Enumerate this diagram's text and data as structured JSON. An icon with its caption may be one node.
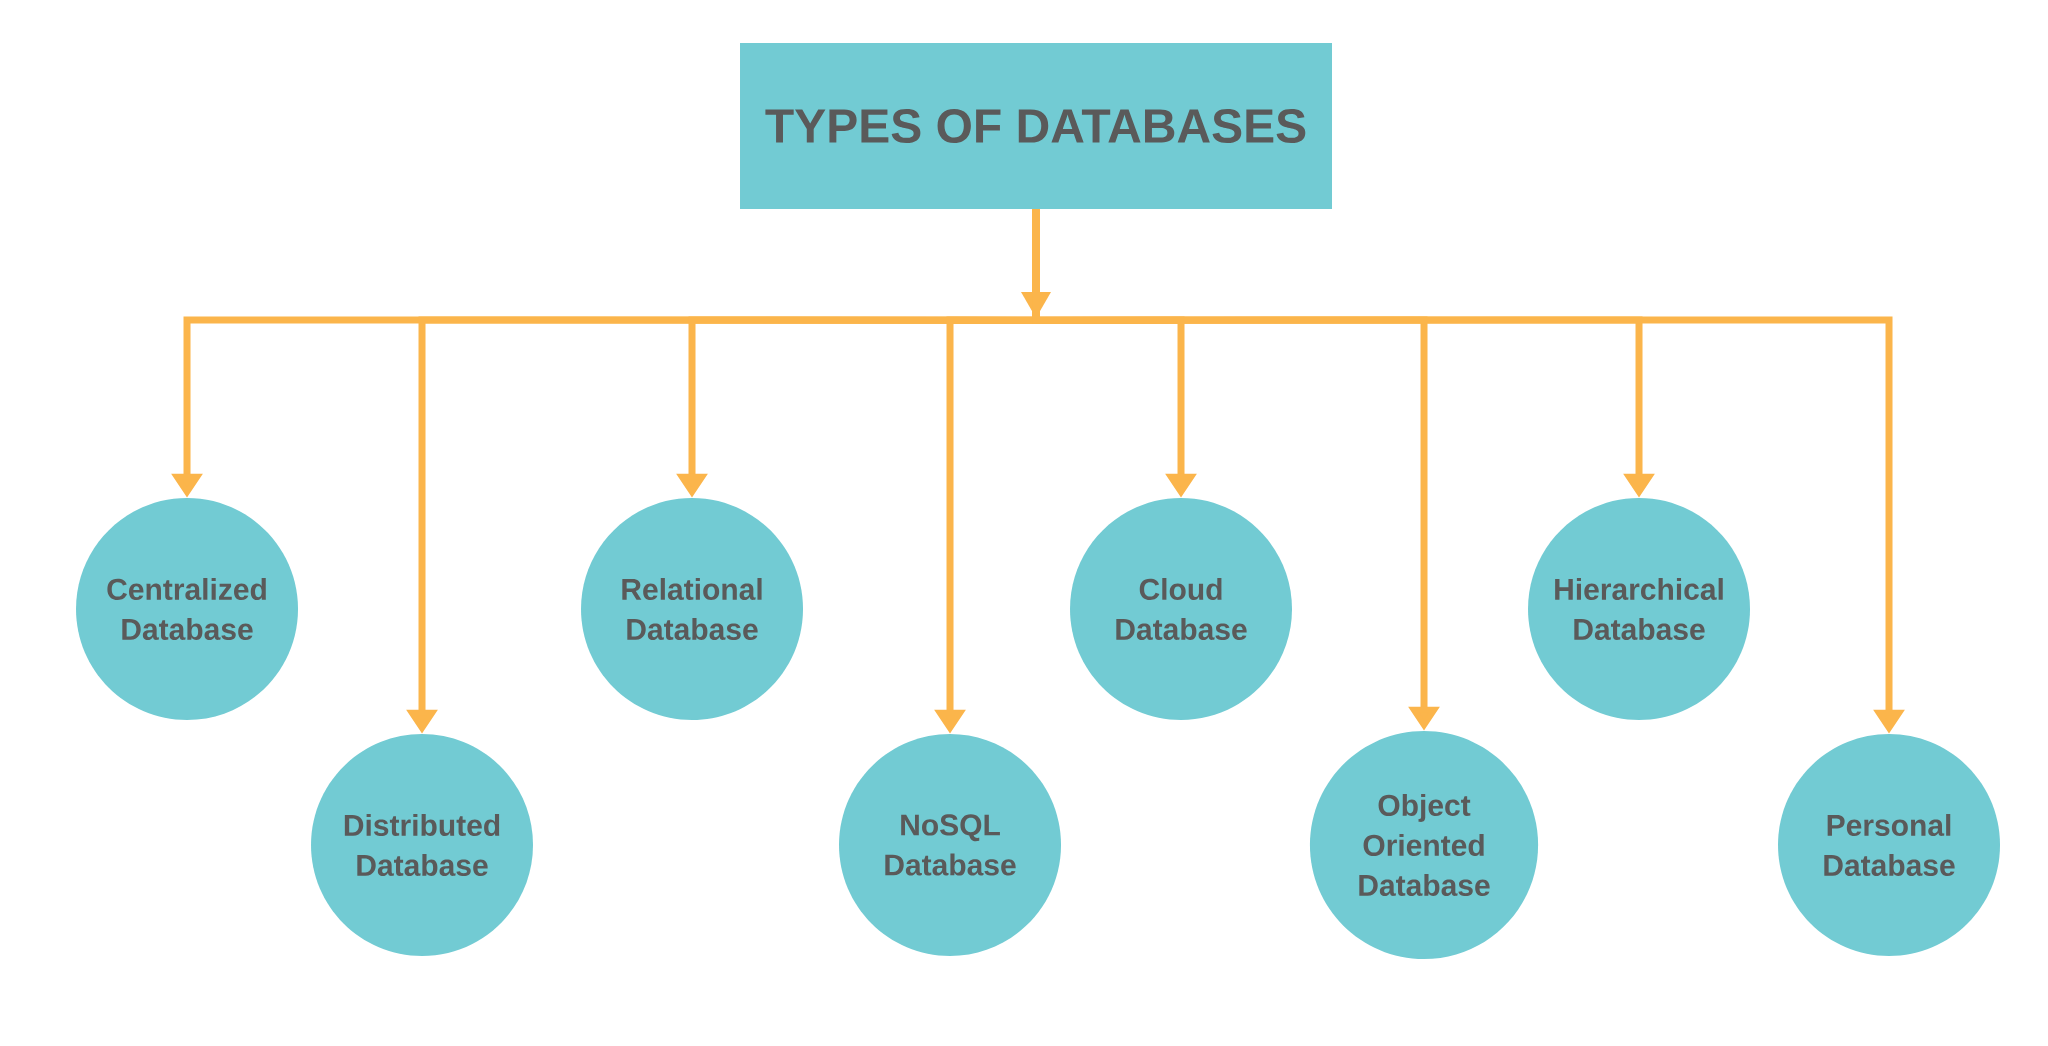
{
  "diagram": {
    "nodes": [
      {
        "text": [
          "TYPES OF DATABASES"
        ]
      },
      {
        "text": [
          "Centralized Database"
        ]
      },
      {
        "text": [
          "Distributed Database"
        ]
      },
      {
        "text": [
          "Relational Database"
        ]
      },
      {
        "text": [
          "NoSQL Database"
        ]
      },
      {
        "text": [
          "Cloud Database"
        ]
      },
      {
        "text": [
          "Object Oriented Database"
        ]
      },
      {
        "text": [
          "Hierarchical Database"
        ]
      },
      {
        "text": [
          "Personal Database"
        ]
      }
    ],
    "edges": [
      {
        "from": 0,
        "to": 1,
        "arrow": "to"
      },
      {
        "from": 0,
        "to": 2,
        "arrow": "to"
      },
      {
        "from": 0,
        "to": 3,
        "arrow": "to"
      },
      {
        "from": 0,
        "to": 4,
        "arrow": "to"
      },
      {
        "from": 0,
        "to": 5,
        "arrow": "to"
      },
      {
        "from": 0,
        "to": 6,
        "arrow": "to"
      },
      {
        "from": 0,
        "to": 7,
        "arrow": "to"
      },
      {
        "from": 0,
        "to": 8,
        "arrow": "to"
      }
    ]
  }
}
